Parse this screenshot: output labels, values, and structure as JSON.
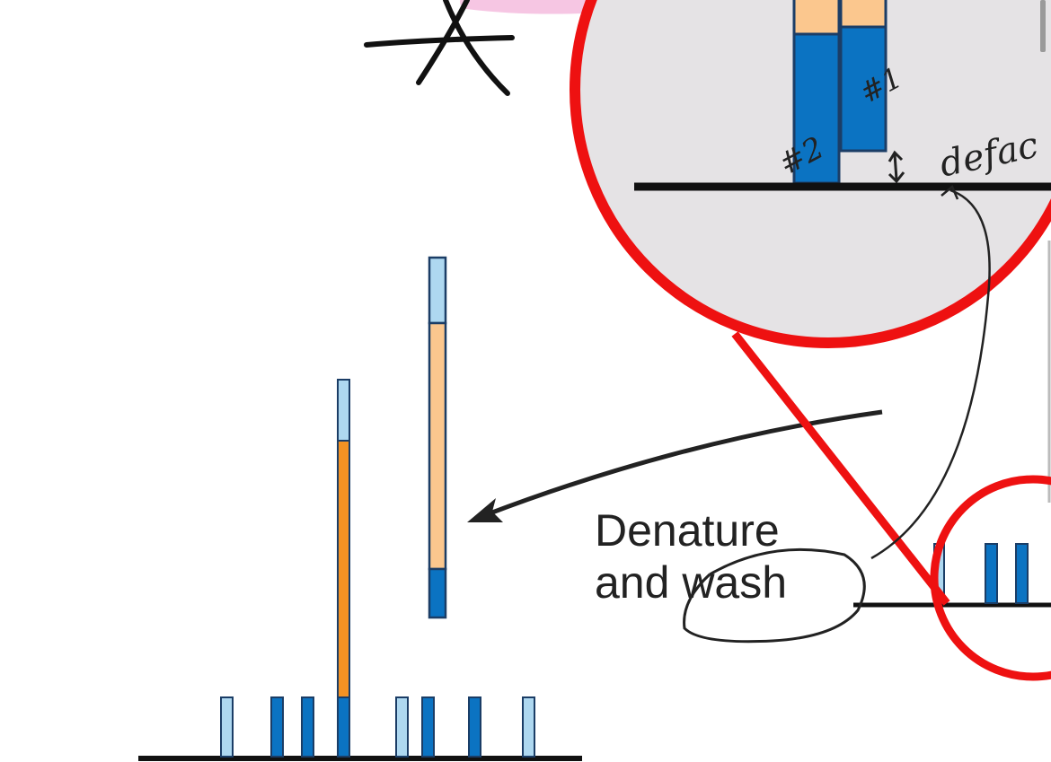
{
  "diagram": {
    "step_label_line1": "Denature",
    "step_label_line2": "and wash",
    "annotations": {
      "strand_2": "#2",
      "strand_1": "#1",
      "zoom_text": "defac"
    },
    "colors": {
      "light_blue": "#aed8f0",
      "dark_blue": "#0b73c2",
      "orange": "#f39223",
      "peach": "#fbc78e",
      "outline": "#1b3d66",
      "baseline": "#111111",
      "zoom_circle": "#ee1111",
      "zoom_fill": "#e5e3e5",
      "ink": "#222222",
      "highlighter": "#f4b8dc"
    }
  }
}
